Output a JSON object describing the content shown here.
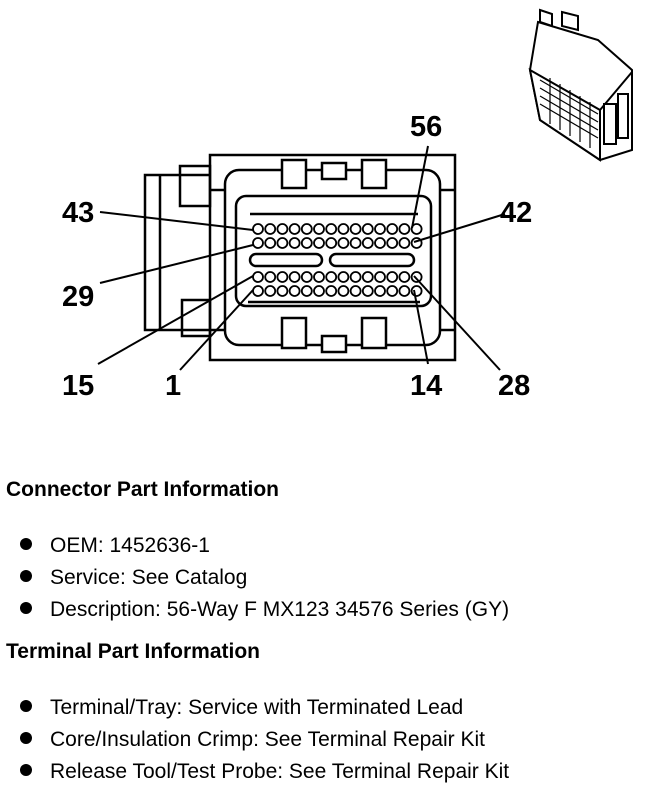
{
  "diagram": {
    "pin_labels": [
      "56",
      "43",
      "42",
      "29",
      "15",
      "1",
      "14",
      "28"
    ],
    "rows": 4,
    "pins_per_row": 14
  },
  "connector_info": {
    "title": "Connector Part Information",
    "items": [
      "OEM: 1452636-1",
      "Service: See Catalog",
      "Description: 56-Way F MX123 34576 Series (GY)"
    ]
  },
  "terminal_info": {
    "title": "Terminal Part Information",
    "items": [
      "Terminal/Tray: Service with Terminated Lead",
      "Core/Insulation Crimp: See Terminal Repair Kit",
      "Release Tool/Test Probe: See Terminal Repair Kit"
    ]
  }
}
